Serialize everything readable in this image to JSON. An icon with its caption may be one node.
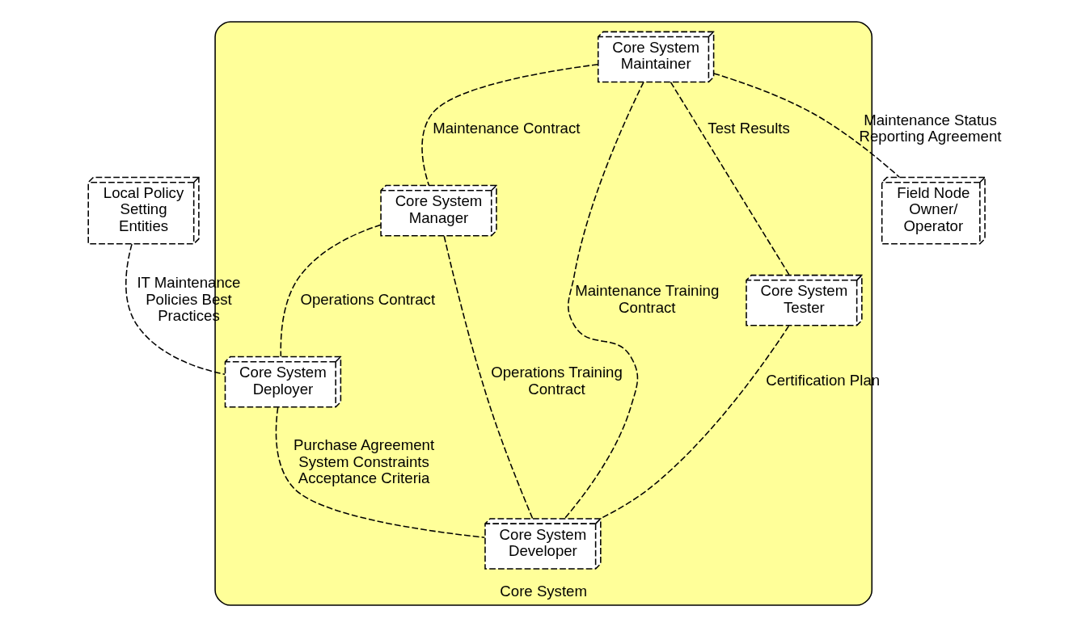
{
  "diagram": {
    "nodes": [
      {
        "text": [
          "Local Policy Setting Entities"
        ]
      },
      {
        "text": [
          "Core System"
        ]
      },
      {
        "text": [
          "Core System Maintainer"
        ],
        "in": 1
      },
      {
        "text": [
          "Core System Manager"
        ],
        "in": 1
      },
      {
        "text": [
          "Core System Deployer"
        ],
        "in": 1
      },
      {
        "text": [
          "Core System Developer"
        ],
        "in": 1
      },
      {
        "text": [
          "Core System Tester"
        ],
        "in": 1
      },
      {
        "text": [
          "Field Node Owner/ Operator"
        ]
      }
    ],
    "edges": [
      {
        "from": 0,
        "to": 4,
        "arrow": "none",
        "style": "dashed",
        "label": "IT Maintenance Policies Best Practices"
      },
      {
        "from": 2,
        "to": 3,
        "arrow": "none",
        "style": "dashed",
        "label": "Maintenance Contract"
      },
      {
        "from": 3,
        "to": 4,
        "arrow": "none",
        "style": "dashed",
        "label": "Operations Contract"
      },
      {
        "from": 2,
        "to": 5,
        "arrow": "none",
        "style": "dashed",
        "label": "Maintenance Training Contract"
      },
      {
        "from": 3,
        "to": 5,
        "arrow": "none",
        "style": "dashed",
        "label": "Operations Training Contract"
      },
      {
        "from": 4,
        "to": 5,
        "arrow": "none",
        "style": "dashed",
        "label": "Purchase Agreement System Constraints Acceptance Criteria"
      },
      {
        "from": 2,
        "to": 6,
        "arrow": "none",
        "style": "dashed",
        "label": "Test Results"
      },
      {
        "from": 6,
        "to": 5,
        "arrow": "none",
        "style": "dashed",
        "label": "Certification Plan"
      },
      {
        "from": 2,
        "to": 7,
        "arrow": "none",
        "style": "dashed",
        "label": "Maintenance Status Reporting Agreement"
      }
    ]
  }
}
